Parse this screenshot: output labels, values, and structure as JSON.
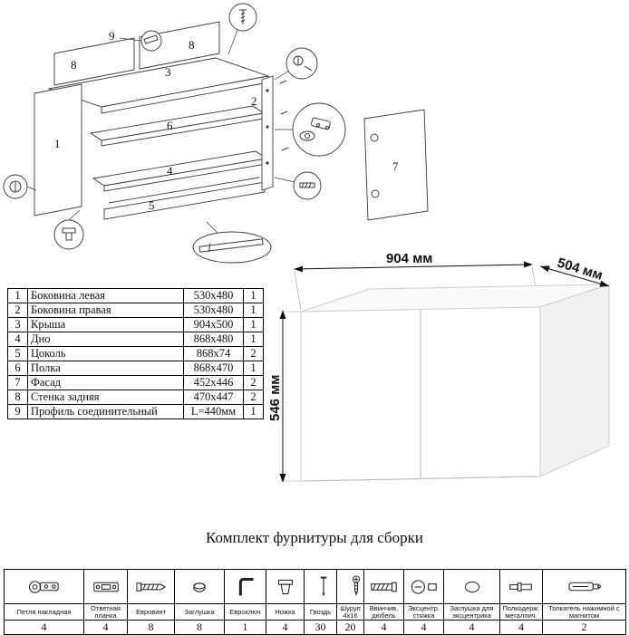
{
  "diagram": {
    "labels": {
      "p1": "1",
      "p2": "2",
      "p3": "3",
      "p4": "4",
      "p5": "5",
      "p6": "6",
      "p7": "7",
      "p8a": "8",
      "p8b": "8",
      "p9": "9"
    }
  },
  "parts_table": {
    "rows": [
      {
        "num": "1",
        "name": "Боковина левая",
        "size": "530x480",
        "qty": "1"
      },
      {
        "num": "2",
        "name": "Боковина правая",
        "size": "530x480",
        "qty": "1"
      },
      {
        "num": "3",
        "name": "Крыша",
        "size": "904x500",
        "qty": "1"
      },
      {
        "num": "4",
        "name": "Дно",
        "size": "868x480",
        "qty": "1"
      },
      {
        "num": "5",
        "name": "Цоколь",
        "size": "868x74",
        "qty": "2"
      },
      {
        "num": "6",
        "name": "Полка",
        "size": "868x470",
        "qty": "1"
      },
      {
        "num": "7",
        "name": "Фасад",
        "size": "452x446",
        "qty": "2"
      },
      {
        "num": "8",
        "name": "Стенка задняя",
        "size": "470x447",
        "qty": "2"
      },
      {
        "num": "9",
        "name": "Профиль соединительный",
        "size": "L=440мм",
        "qty": "1"
      }
    ]
  },
  "cabinet": {
    "width_label": "904 мм",
    "depth_label": "504 мм",
    "height_label": "546 мм"
  },
  "hardware": {
    "title": "Комплект фурнитуры для сборки",
    "items": [
      {
        "icon": "hinge-icon",
        "name": "Петля накладная",
        "qty": "4"
      },
      {
        "icon": "strike-plate-icon",
        "name": "Ответная планка",
        "qty": "4"
      },
      {
        "icon": "euro-screw-icon",
        "name": "Евровинт",
        "qty": "8"
      },
      {
        "icon": "cap-icon",
        "name": "Заглушка",
        "qty": "8"
      },
      {
        "icon": "hex-key-icon",
        "name": "Евроключ",
        "qty": "1"
      },
      {
        "icon": "leg-icon",
        "name": "Ножка",
        "qty": "4"
      },
      {
        "icon": "nail-icon",
        "name": "Гвоздь",
        "qty": "30"
      },
      {
        "icon": "screw-icon",
        "name": "Шуруп 4x16",
        "qty": "20"
      },
      {
        "icon": "screw-dowel-icon",
        "name": "Ввинчив. дюбель",
        "qty": "4"
      },
      {
        "icon": "cam-lock-icon",
        "name": "Эксцентр. стяжка",
        "qty": "4"
      },
      {
        "icon": "cam-cap-icon",
        "name": "Заглушка для эксцентрика",
        "qty": "4"
      },
      {
        "icon": "shelf-support-icon",
        "name": "Полкодерж. металлич.",
        "qty": "4"
      },
      {
        "icon": "push-latch-icon",
        "name": "Толкатель нажимной с магнитом",
        "qty": "2"
      }
    ]
  }
}
